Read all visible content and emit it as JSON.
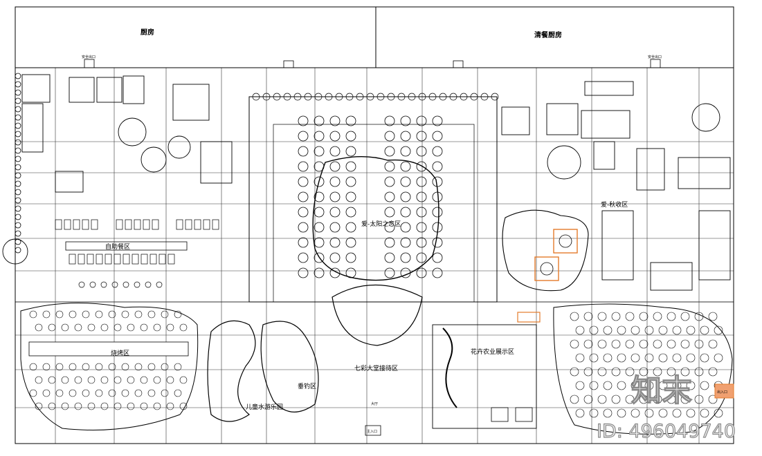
{
  "title_blocks": {
    "kitchen": "厨房",
    "halal_kitchen": "清餐厨房"
  },
  "areas": {
    "sun": "爱-太阳之恋区",
    "autumn": "爱-秋收区",
    "buffet": "自助餐区",
    "barbecue": "烧烤区",
    "seven_color": "七彩大堂接待区",
    "flower": "花卉农业展示区",
    "kids": "儿童水游乐园",
    "fishing": "垂钓区"
  },
  "small_labels": {
    "safety_exit": "安全出口",
    "main_entrance": "主入口",
    "hall": "大厅",
    "entrance_right": "出入口"
  },
  "watermark": {
    "brand": "知末",
    "id": "ID: 496049740"
  }
}
